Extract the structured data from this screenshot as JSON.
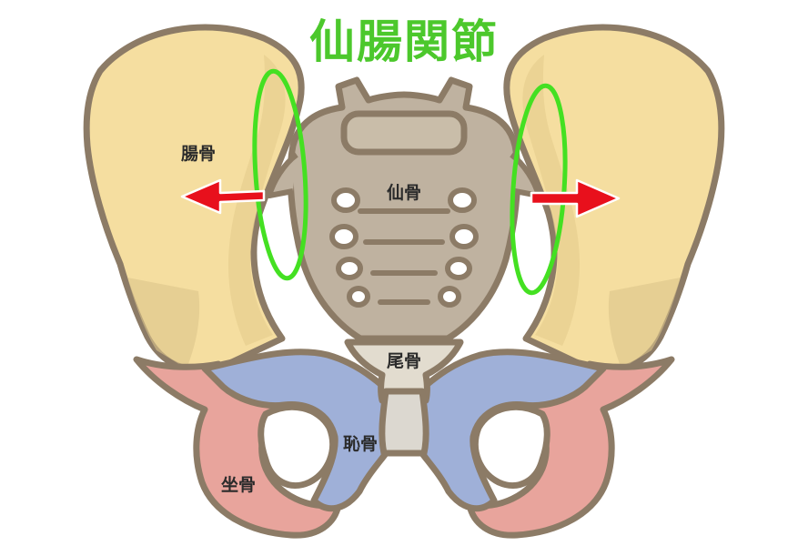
{
  "title": "仙腸関節",
  "labels": {
    "ilium": "腸骨",
    "sacrum": "仙骨",
    "coccyx": "尾骨",
    "pubis": "恥骨",
    "ischium": "坐骨"
  },
  "colors": {
    "ilium": "#f5dea0",
    "ilium_inner": "#e7cf8e",
    "sacrum": "#bfb2a0",
    "sacrum_dark": "#a89c8a",
    "coccyx": "#e2dccf",
    "pubis": "#9fb0d8",
    "ischium": "#e8a49c",
    "outline": "#8c7b66",
    "highlight": "#44e022",
    "arrow": "#e8101c",
    "title": "#4cc82c"
  }
}
